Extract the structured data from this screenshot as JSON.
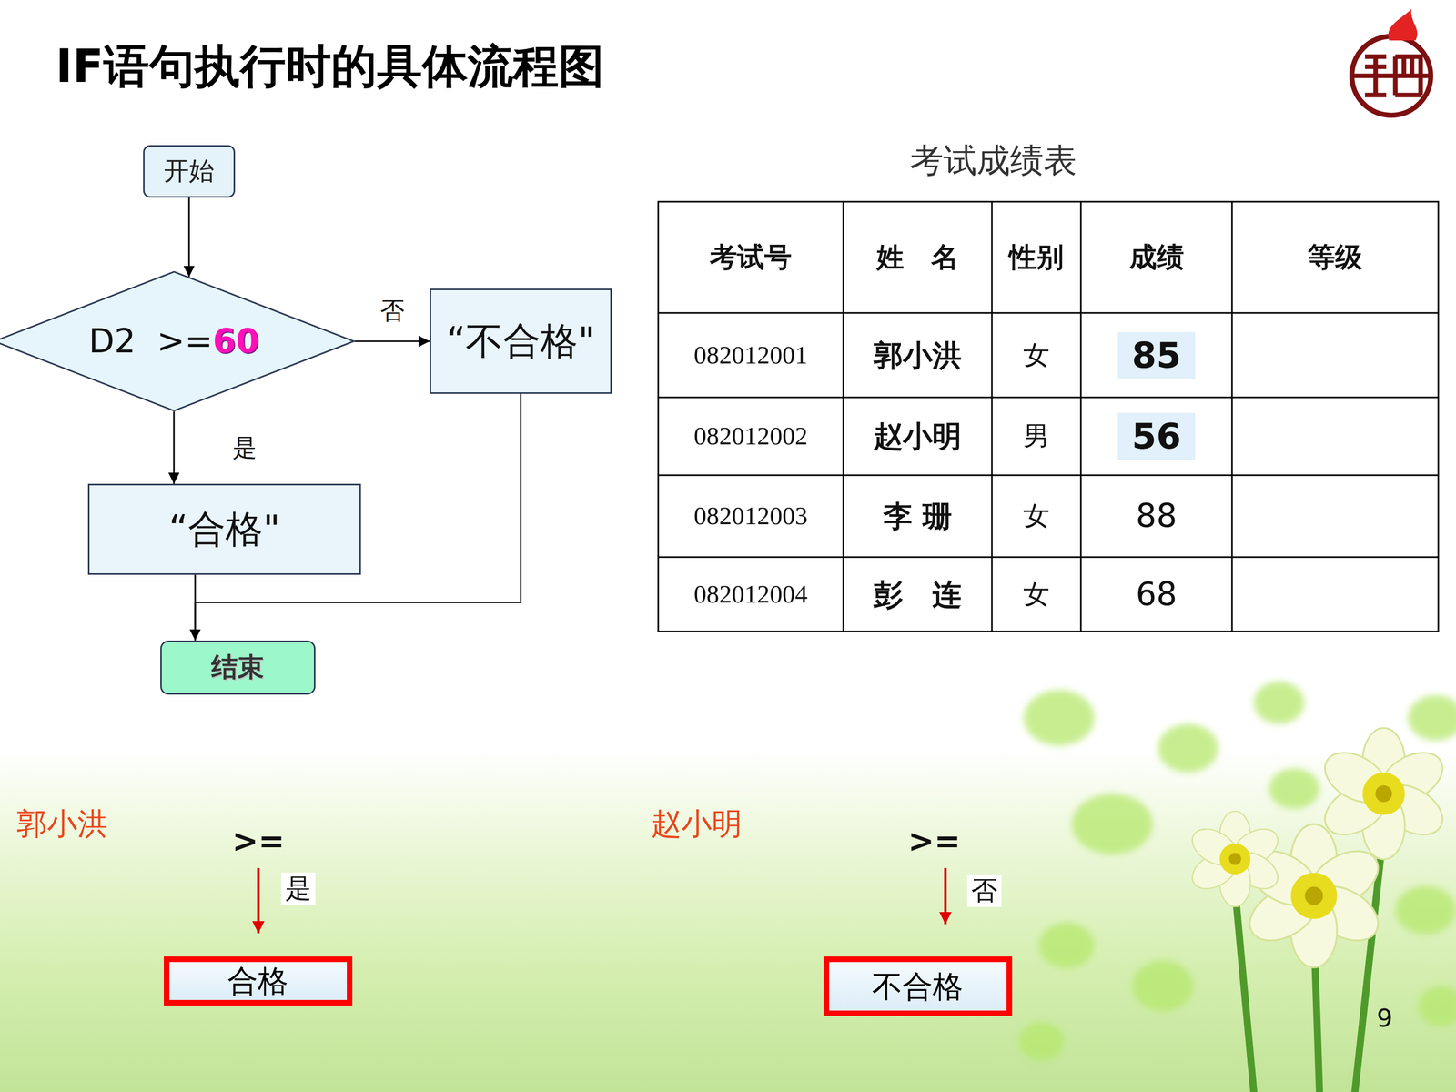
{
  "diagram": {
    "title": "IF语句执行时的具体流程图",
    "nodes": [
      {
        "text": [
          "开始"
        ]
      },
      {
        "text": [
          "D2  >=",
          "60"
        ]
      },
      {
        "text": [
          "“不合格\""
        ]
      },
      {
        "text": [
          "“合格\""
        ]
      },
      {
        "text": [
          "结束"
        ]
      },
      {
        "text": [
          "合格"
        ]
      },
      {
        "text": [
          "不合格"
        ]
      }
    ],
    "edges": [
      {
        "from": 0,
        "to": 1,
        "arrow": "to"
      },
      {
        "from": 1,
        "to": 2,
        "label": "否",
        "arrow": "to"
      },
      {
        "from": 1,
        "to": 3,
        "label": "是",
        "arrow": "to"
      },
      {
        "from": 3,
        "to": 4,
        "arrow": "to"
      },
      {
        "from": 2,
        "to": 4,
        "arrow": "to"
      }
    ],
    "labels": [
      "考试成绩表",
      "考试号",
      "姓　名",
      "性别",
      "成绩",
      "等级",
      "082012001",
      "郭小洪",
      "女",
      "85",
      "082012002",
      "赵小明",
      "男",
      "56",
      "082012003",
      "李 珊",
      "女",
      "88",
      "082012004",
      "彭　连",
      "女",
      "68",
      "郭小洪",
      ">=",
      "是",
      "赵小明",
      ">=",
      "否",
      "9"
    ]
  }
}
